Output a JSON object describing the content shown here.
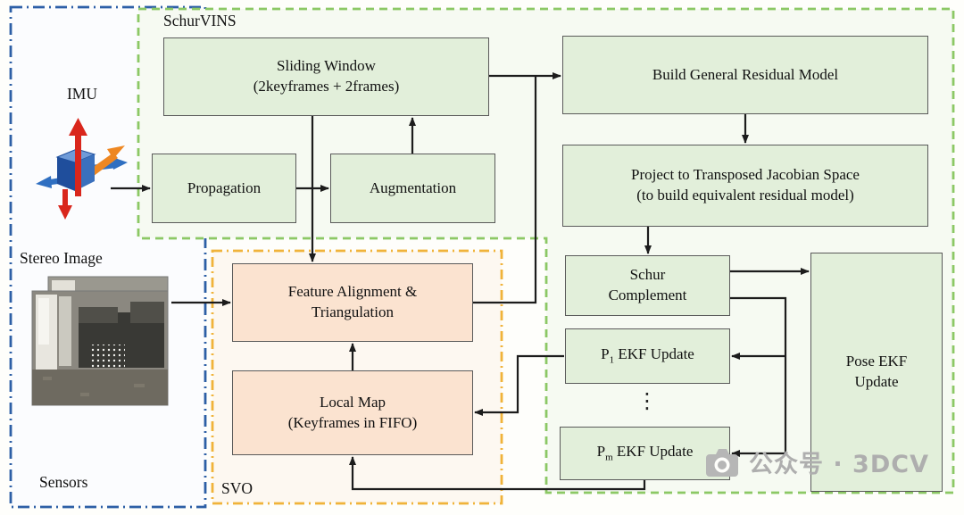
{
  "regions": {
    "schurvins": {
      "label": "SchurVINS"
    },
    "svo": {
      "label": "SVO"
    },
    "sensors": {
      "label": "Sensors"
    }
  },
  "sensor_items": {
    "imu_label": "IMU",
    "stereo_label": "Stereo Image"
  },
  "nodes": {
    "sliding_window": {
      "line1": "Sliding Window",
      "line2": "(2keyframes + 2frames)"
    },
    "propagation": {
      "label": "Propagation"
    },
    "augmentation": {
      "label": "Augmentation"
    },
    "build_residual": {
      "label": "Build General Residual Model"
    },
    "project_jacobian": {
      "line1": "Project to Transposed Jacobian Space",
      "line2": "(to build equivalent residual model)"
    },
    "schur_complement": {
      "line1": "Schur",
      "line2": "Complement"
    },
    "p1_ekf": {
      "prefix": "P",
      "sub": "1",
      "rest": " EKF Update"
    },
    "ellipsis": "⋮",
    "pm_ekf": {
      "prefix": "P",
      "sub": "m",
      "rest": " EKF Update"
    },
    "pose_ekf": {
      "line1": "Pose EKF",
      "line2": "Update"
    },
    "feature_alignment": {
      "line1": "Feature Alignment &",
      "line2": "Triangulation"
    },
    "local_map": {
      "line1": "Local Map",
      "line2": "(Keyframes in FIFO)"
    }
  },
  "watermark": {
    "text": "公众号 · 3DCV"
  },
  "colors": {
    "schurvins_border": "#8cc865",
    "svo_border": "#f0b33a",
    "sensors_border": "#2d5fa6",
    "node_green_fill": "#e2efda",
    "node_peach_fill": "#fbe3d0",
    "node_border": "#5a5a5a",
    "arrow": "#1c1c1c",
    "watermark_gray": "#aeaeae"
  }
}
